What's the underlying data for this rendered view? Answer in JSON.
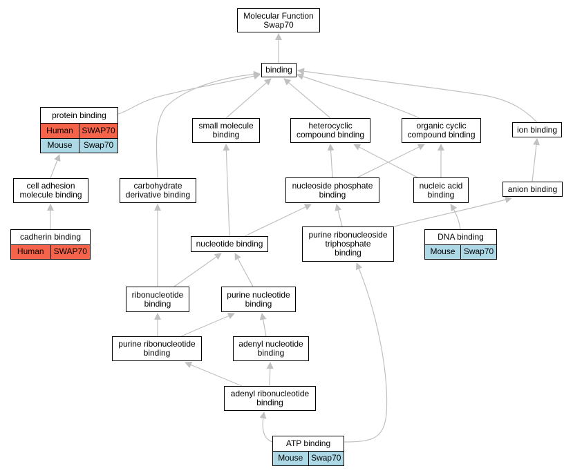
{
  "colors": {
    "edge": "#c0c0c0",
    "human": "#f4634a",
    "mouse": "#add8e6"
  },
  "nodes": {
    "root": {
      "lines": [
        "Molecular Function",
        "Swap70"
      ]
    },
    "binding": {
      "lines": [
        "binding"
      ]
    },
    "protein_binding": {
      "lines": [
        "protein binding"
      ],
      "genes": [
        {
          "species": "Human",
          "gene": "SWAP70",
          "color": "human"
        },
        {
          "species": "Mouse",
          "gene": "Swap70",
          "color": "mouse"
        }
      ]
    },
    "small_molecule_binding": {
      "lines": [
        "small molecule",
        "binding"
      ]
    },
    "heterocyclic": {
      "lines": [
        "heterocyclic",
        "compound binding"
      ]
    },
    "organic_cyclic": {
      "lines": [
        "organic cyclic",
        "compound binding"
      ]
    },
    "ion_binding": {
      "lines": [
        "ion binding"
      ]
    },
    "cell_adhesion": {
      "lines": [
        "cell adhesion",
        "molecule binding"
      ]
    },
    "carbohydrate": {
      "lines": [
        "carbohydrate",
        "derivative binding"
      ]
    },
    "nucleoside_phosphate": {
      "lines": [
        "nucleoside phosphate",
        "binding"
      ]
    },
    "nucleic_acid": {
      "lines": [
        "nucleic acid",
        "binding"
      ]
    },
    "anion_binding": {
      "lines": [
        "anion binding"
      ]
    },
    "cadherin": {
      "lines": [
        "cadherin binding"
      ],
      "genes": [
        {
          "species": "Human",
          "gene": "SWAP70",
          "color": "human"
        }
      ]
    },
    "nucleotide_binding": {
      "lines": [
        "nucleotide binding"
      ]
    },
    "purine_ribonucleoside_tp": {
      "lines": [
        "purine ribonucleoside",
        "triphosphate",
        "binding"
      ]
    },
    "dna_binding": {
      "lines": [
        "DNA binding"
      ],
      "genes": [
        {
          "species": "Mouse",
          "gene": "Swap70",
          "color": "mouse"
        }
      ]
    },
    "ribonucleotide": {
      "lines": [
        "ribonucleotide",
        "binding"
      ]
    },
    "purine_nucleotide": {
      "lines": [
        "purine nucleotide",
        "binding"
      ]
    },
    "purine_ribonucleotide": {
      "lines": [
        "purine ribonucleotide",
        "binding"
      ]
    },
    "adenyl_nucleotide": {
      "lines": [
        "adenyl nucleotide",
        "binding"
      ]
    },
    "adenyl_ribonucleotide": {
      "lines": [
        "adenyl ribonucleotide",
        "binding"
      ]
    },
    "atp_binding": {
      "lines": [
        "ATP binding"
      ],
      "genes": [
        {
          "species": "Mouse",
          "gene": "Swap70",
          "color": "mouse"
        }
      ]
    }
  },
  "edges": [
    [
      "binding",
      "root"
    ],
    [
      "protein_binding",
      "binding"
    ],
    [
      "small_molecule_binding",
      "binding"
    ],
    [
      "heterocyclic",
      "binding"
    ],
    [
      "organic_cyclic",
      "binding"
    ],
    [
      "ion_binding",
      "binding"
    ],
    [
      "carbohydrate",
      "binding"
    ],
    [
      "cell_adhesion",
      "protein_binding"
    ],
    [
      "cadherin",
      "cell_adhesion"
    ],
    [
      "nucleotide_binding",
      "small_molecule_binding"
    ],
    [
      "nucleoside_phosphate",
      "heterocyclic"
    ],
    [
      "nucleoside_phosphate",
      "organic_cyclic"
    ],
    [
      "nucleic_acid",
      "heterocyclic"
    ],
    [
      "nucleic_acid",
      "organic_cyclic"
    ],
    [
      "anion_binding",
      "ion_binding"
    ],
    [
      "nucleotide_binding",
      "nucleoside_phosphate"
    ],
    [
      "purine_ribonucleoside_tp",
      "nucleoside_phosphate"
    ],
    [
      "purine_ribonucleoside_tp",
      "anion_binding"
    ],
    [
      "dna_binding",
      "nucleic_acid"
    ],
    [
      "ribonucleotide",
      "nucleotide_binding"
    ],
    [
      "purine_nucleotide",
      "nucleotide_binding"
    ],
    [
      "ribonucleotide",
      "carbohydrate"
    ],
    [
      "purine_ribonucleotide",
      "ribonucleotide"
    ],
    [
      "purine_ribonucleotide",
      "purine_nucleotide"
    ],
    [
      "adenyl_nucleotide",
      "purine_nucleotide"
    ],
    [
      "adenyl_ribonucleotide",
      "purine_ribonucleotide"
    ],
    [
      "adenyl_ribonucleotide",
      "adenyl_nucleotide"
    ],
    [
      "atp_binding",
      "adenyl_ribonucleotide"
    ],
    [
      "atp_binding",
      "purine_ribonucleoside_tp"
    ]
  ]
}
